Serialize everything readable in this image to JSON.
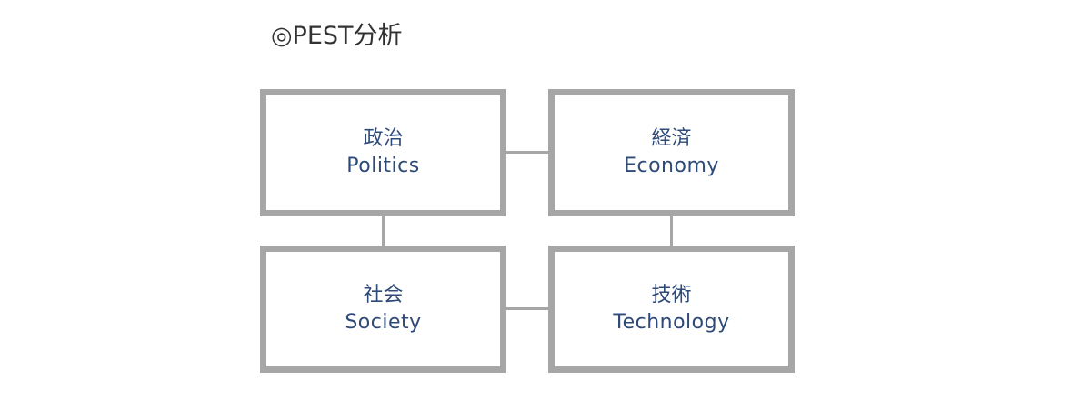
{
  "title": "◎PEST分析",
  "boxes": {
    "politics": {
      "jp": "政治",
      "en": "Politics"
    },
    "economy": {
      "jp": "経済",
      "en": "Economy"
    },
    "society": {
      "jp": "社会",
      "en": "Society"
    },
    "technology": {
      "jp": "技術",
      "en": "Technology"
    }
  },
  "colors": {
    "border": "#a6a6a6",
    "text": "#2e4a78",
    "title": "#333333"
  }
}
